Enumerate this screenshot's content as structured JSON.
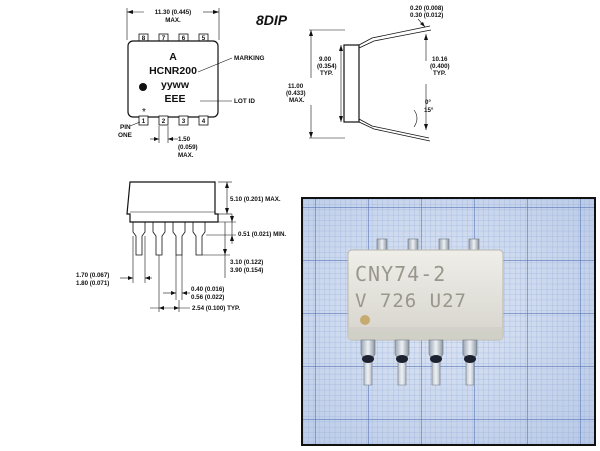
{
  "title": "8DIP",
  "top_view": {
    "width_dim": "11.30 (0.445)",
    "width_dim_note": "MAX.",
    "marking_line1": "A",
    "marking_line2": "HCNR200",
    "marking_line3": "yyww",
    "marking_line4": "EEE",
    "pin1_mark": "*",
    "marking_label": "MARKING",
    "lotid_label": "LOT ID",
    "pin_one_label_1": "PIN",
    "pin_one_label_2": "ONE",
    "pin_numbers_top": [
      "8",
      "7",
      "6",
      "5"
    ],
    "pin_numbers_bottom": [
      "1",
      "2",
      "3",
      "4"
    ],
    "pitch_dim_1": "1.50",
    "pitch_dim_2": "(0.059)",
    "pitch_dim_3": "MAX."
  },
  "side_view": {
    "lead_thk_1": "0.20 (0.008)",
    "lead_thk_2": "0.30 (0.012)",
    "body_w_1": "9.00",
    "body_w_2": "(0.354)",
    "body_w_3": "TYP.",
    "overall_1": "11.00",
    "overall_2": "(0.433)",
    "overall_3": "MAX.",
    "row_1": "10.16",
    "row_2": "(0.400)",
    "row_3": "TYP.",
    "angle_1": "0°",
    "angle_2": "15°"
  },
  "front_view": {
    "height_dim": "5.10 (0.201) MAX.",
    "standoff_dim": "0.51 (0.021) MIN.",
    "lead_len_1": "3.10 (0.122)",
    "lead_len_2": "3.90 (0.154)",
    "shoulder_1": "1.70 (0.067)",
    "shoulder_2": "1.80 (0.071)",
    "lead_w_1": "0.40 (0.016)",
    "lead_w_2": "0.56 (0.022)",
    "pitch": "2.54 (0.100) TYP."
  },
  "photo": {
    "chip_line1": "CNY74-2",
    "chip_line2": "V 726 U27"
  }
}
